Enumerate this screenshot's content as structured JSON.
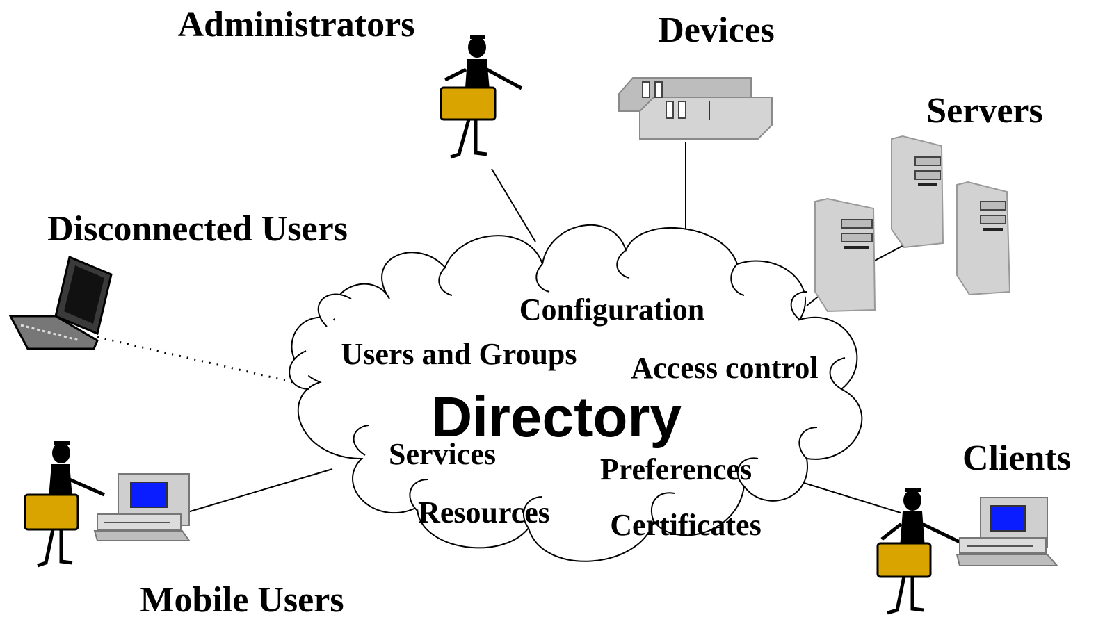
{
  "labels": {
    "administrators": "Administrators",
    "devices": "Devices",
    "servers": "Servers",
    "disconnected_users": "Disconnected Users",
    "clients": "Clients",
    "mobile_users": "Mobile Users"
  },
  "cloud": {
    "title": "Directory",
    "configuration": "Configuration",
    "users_and_groups": "Users and Groups",
    "access_control": "Access control",
    "services": "Services",
    "preferences": "Preferences",
    "resources": "Resources",
    "certificates": "Certificates"
  },
  "colors": {
    "folder": "#d9a400",
    "screen": "#0a1dff",
    "device_gray": "#c8c8c8"
  }
}
